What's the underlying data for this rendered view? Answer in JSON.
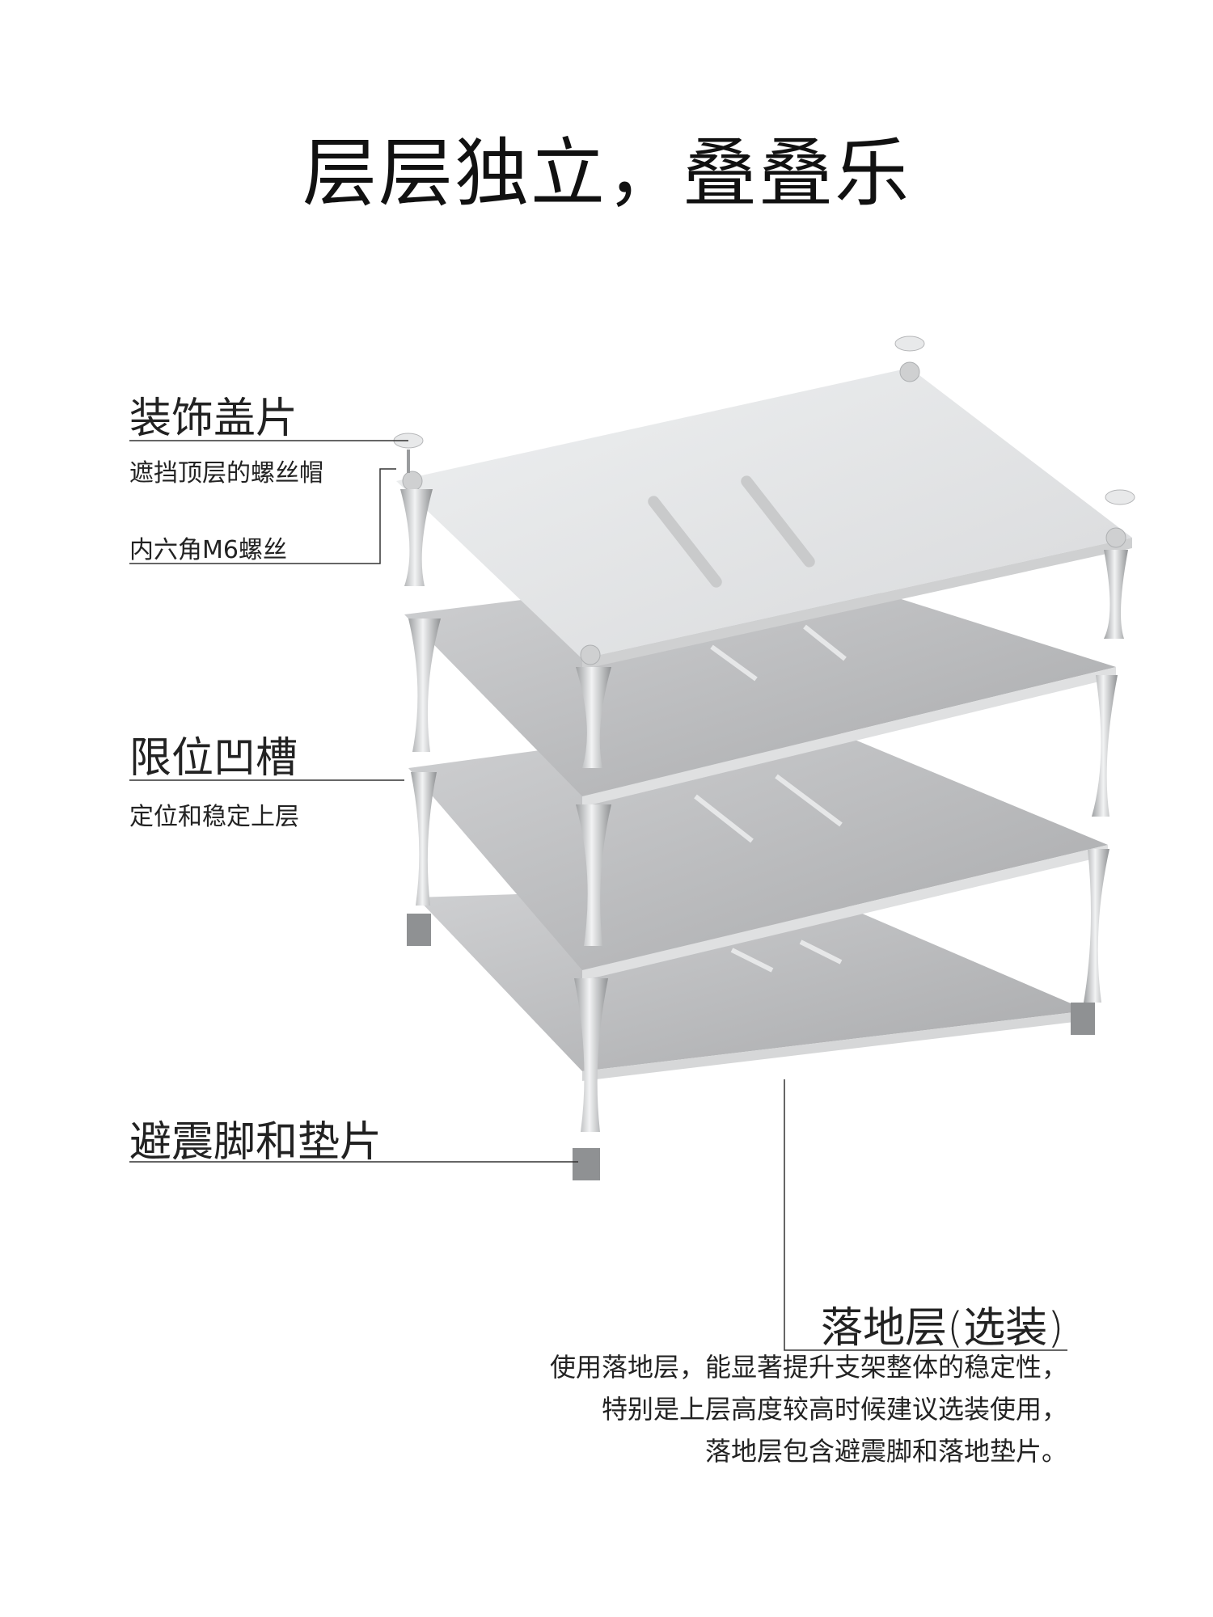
{
  "title": "层层独立，叠叠乐",
  "callouts": {
    "cap": {
      "title": "装饰盖片",
      "subtitle": "遮挡顶层的螺丝帽"
    },
    "screw": {
      "title": "内六角M6螺丝"
    },
    "groove": {
      "title": "限位凹槽",
      "subtitle": "定位和稳定上层"
    },
    "feet": {
      "title": "避震脚和垫片"
    },
    "floor": {
      "title": "落地层(选装)",
      "lines": [
        "使用落地层，能显著提升支架整体的稳定性，",
        "特别是上层高度较高时候建议选装使用，",
        "落地层包含避震脚和落地垫片。"
      ]
    }
  },
  "colors": {
    "plate_top": "#e4e5e6",
    "plate_lower": "#b9babb",
    "edge": "#d8d9da",
    "leg": "#c8c9ca",
    "line": "#333333"
  }
}
